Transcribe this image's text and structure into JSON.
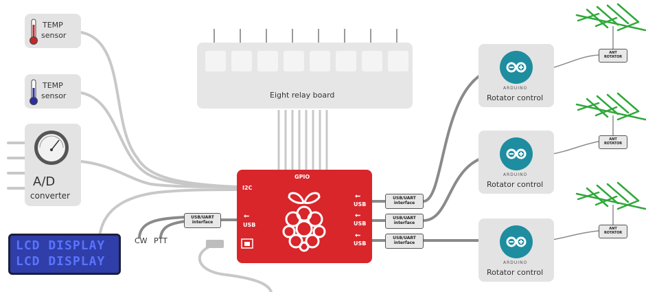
{
  "sensors": [
    {
      "line1": "TEMP",
      "line2": "sensor",
      "icon": "thermometer-red-icon",
      "color": "#c0282b"
    },
    {
      "line1": "TEMP",
      "line2": "sensor",
      "icon": "thermometer-blue-icon",
      "color": "#2c2f9c"
    }
  ],
  "adc": {
    "line1": "A/D",
    "line2": "converter",
    "icon": "gauge-icon"
  },
  "lcd": {
    "line1": "LCD DISPLAY",
    "line2": "LCD DISPLAY"
  },
  "relay": {
    "label": "Eight relay board"
  },
  "rpi": {
    "gpio": "GPIO",
    "i2c": "I2C",
    "usb_left": "USB",
    "usb_right": [
      "USB",
      "USB",
      "USB"
    ],
    "icon": "raspberry-pi-logo-icon",
    "color": "#d8262b"
  },
  "usb_uart": {
    "line1": "USB/UART",
    "line2": "interface"
  },
  "cw": "CW",
  "ptt": "PTT",
  "arduino": {
    "brand": "ARDUINO",
    "label": "Rotator control",
    "color": "#1e8da0"
  },
  "rotator": {
    "line1": "ANT",
    "line2": "ROTATOR"
  },
  "colors": {
    "wire": "#c8c8c8",
    "usb_wire": "#8a8a8a",
    "antenna": "#2fa83a"
  }
}
